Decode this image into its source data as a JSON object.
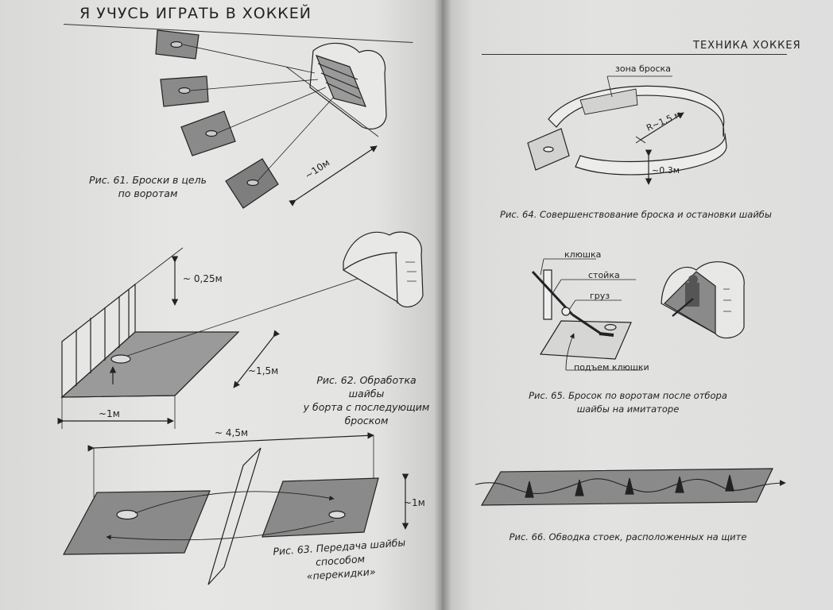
{
  "left_page": {
    "header": "Я УЧУСЬ ИГРАТЬ В ХОККЕЙ",
    "fig61": {
      "caption_line1": "Рис. 61. Броски в цель",
      "caption_line2": "по воротам",
      "distance": "~10м"
    },
    "fig62": {
      "caption_line1": "Рис. 62. Обработка шайбы",
      "caption_line2": "у борта с последующим",
      "caption_line3": "броском",
      "height": "~ 0,25м",
      "width": "~1,5м",
      "length": "~1м"
    },
    "fig63": {
      "caption_line1": "Рис. 63. Передача шайбы способом",
      "caption_line2": "«перекидки»",
      "length": "~ 4,5м",
      "height": "~1м"
    }
  },
  "right_page": {
    "header": "ТЕХНИКА ХОККЕЯ",
    "fig64": {
      "caption": "Рис. 64. Совершенствование броска и остановки шайбы",
      "zone": "зона броска",
      "radius": "R~1,5 м",
      "height": "~0.3м"
    },
    "fig65": {
      "caption_line1": "Рис. 65. Бросок по воротам после отбора",
      "caption_line2": "шайбы на имитаторе",
      "stick": "клюшка",
      "post": "стойка",
      "weight": "груз",
      "lift": "подъем клюшки"
    },
    "fig66": {
      "caption": "Рис. 66. Обводка стоек, расположенных на щите"
    }
  },
  "colors": {
    "paper": "#e4e4e2",
    "shade": "#8a8a8a",
    "ink": "#222222"
  }
}
